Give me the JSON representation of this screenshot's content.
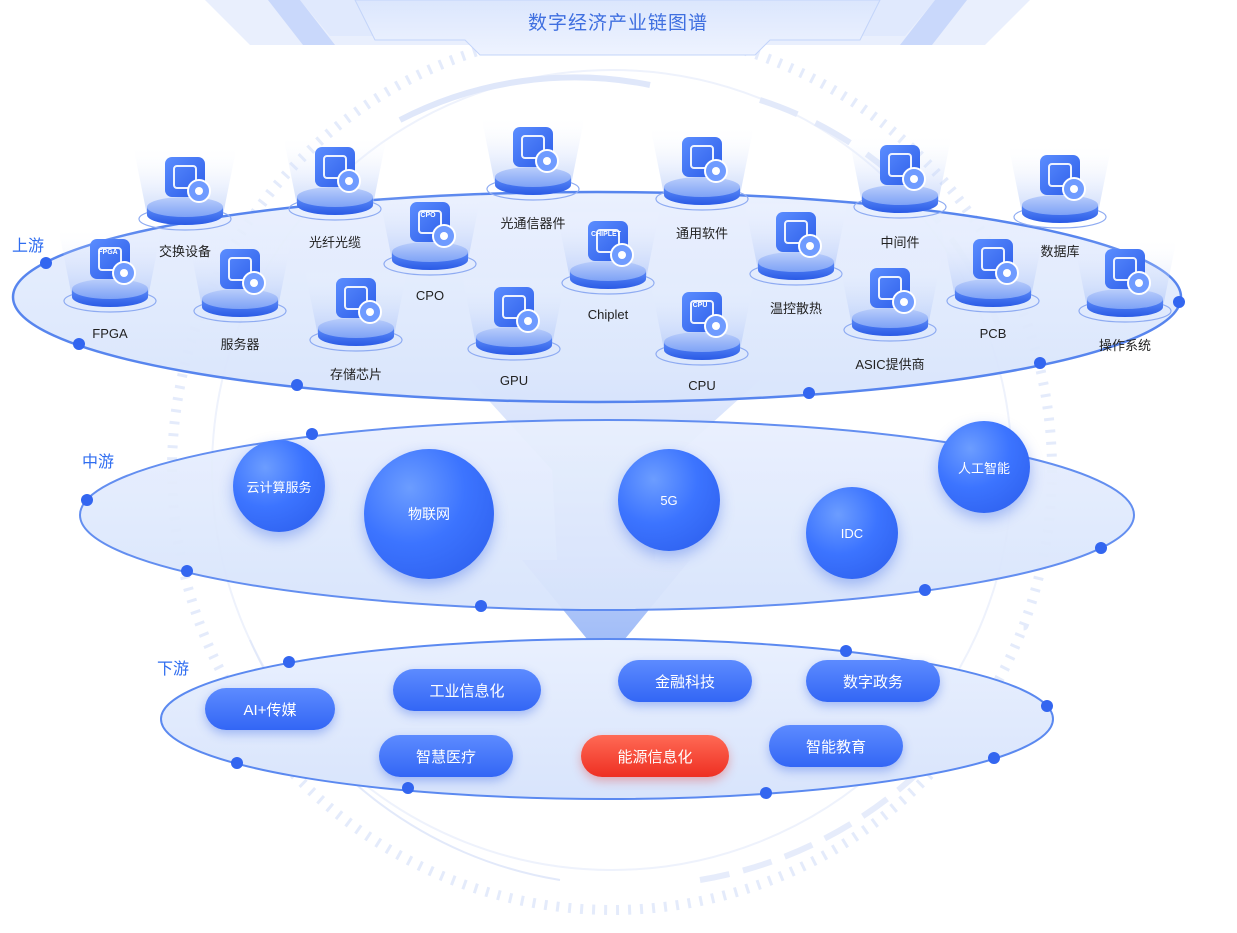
{
  "title": "数字经济产业链图谱",
  "tiers": {
    "upstream": "上游",
    "midstream": "中游",
    "downstream": "下游"
  },
  "upstream_items": [
    {
      "label": "交换设备",
      "icon": "switch-device-icon"
    },
    {
      "label": "光纤光缆",
      "icon": "fiber-optic-cable-icon"
    },
    {
      "label": "光通信器件",
      "icon": "optical-communication-device-icon"
    },
    {
      "label": "通用软件",
      "icon": "general-software-icon"
    },
    {
      "label": "中间件",
      "icon": "middleware-icon"
    },
    {
      "label": "数据库",
      "icon": "database-icon"
    },
    {
      "label": "FPGA",
      "icon": "fpga-chip-icon"
    },
    {
      "label": "服务器",
      "icon": "server-icon"
    },
    {
      "label": "CPO",
      "icon": "cpo-chip-icon"
    },
    {
      "label": "存储芯片",
      "icon": "memory-chip-icon"
    },
    {
      "label": "GPU",
      "icon": "gpu-icon"
    },
    {
      "label": "Chiplet",
      "icon": "chiplet-icon"
    },
    {
      "label": "CPU",
      "icon": "cpu-icon"
    },
    {
      "label": "温控散热",
      "icon": "cooling-fan-icon"
    },
    {
      "label": "ASIC提供商",
      "icon": "asic-provider-icon"
    },
    {
      "label": "PCB",
      "icon": "pcb-icon"
    },
    {
      "label": "操作系统",
      "icon": "operating-system-icon"
    }
  ],
  "icon_chip_texts": {
    "fpga": "FPGA",
    "cpo": "CPO",
    "chiplet": "CHIPLET",
    "cpu": "CPU"
  },
  "midstream_items": [
    "云计算服务",
    "物联网",
    "5G",
    "IDC",
    "人工智能"
  ],
  "downstream_items": [
    "AI+传媒",
    "工业信息化",
    "金融科技",
    "数字政务",
    "智慧医疗",
    "能源信息化",
    "智能教育"
  ],
  "highlighted_downstream": "能源信息化",
  "colors": {
    "primary": "#3366f5",
    "highlight": "#ee2f22",
    "title": "#3f6fe0",
    "tier_label": "#2f6df0",
    "disc_fill": "#e3ecfd",
    "disc_edge": "#4f7fee"
  }
}
